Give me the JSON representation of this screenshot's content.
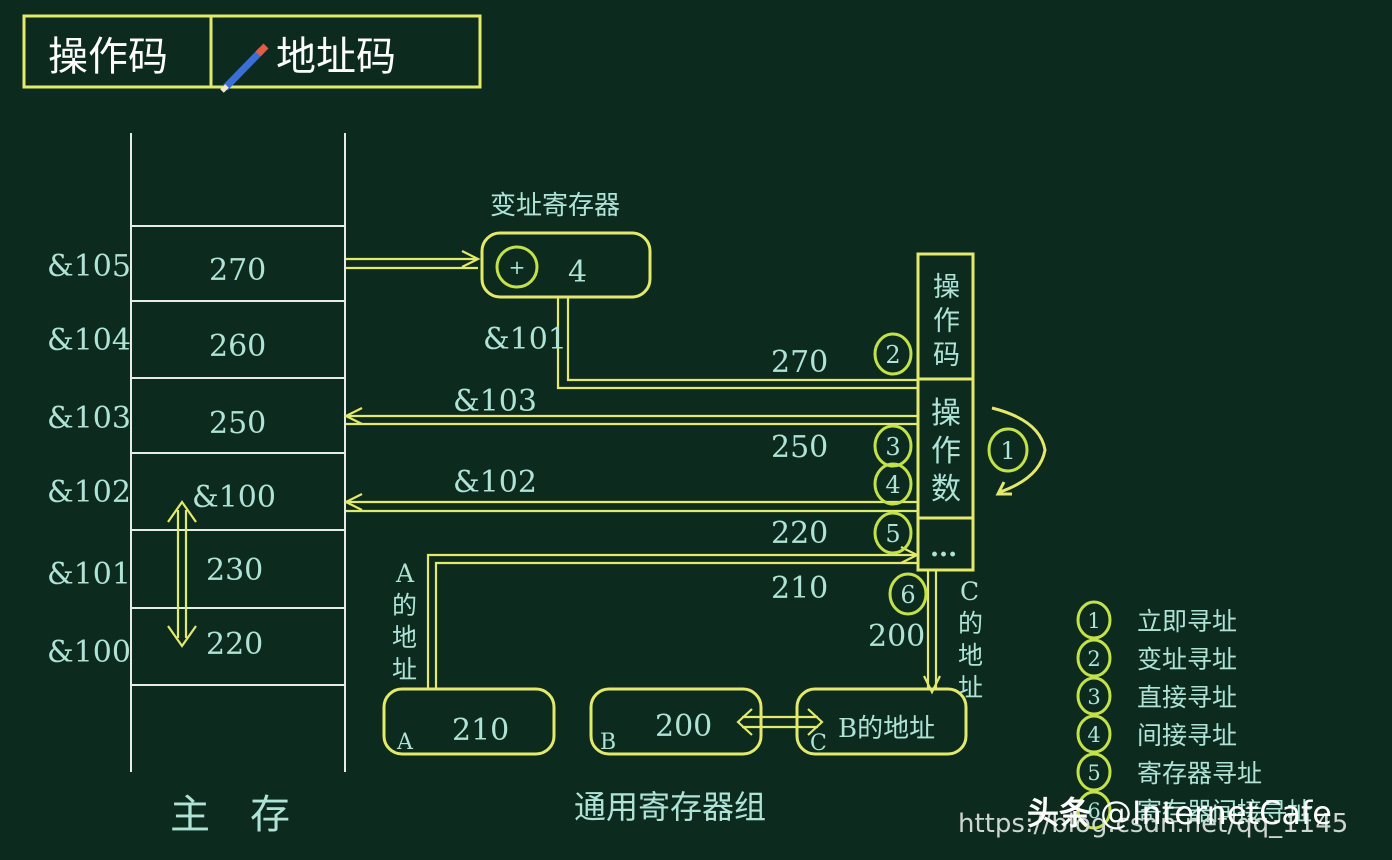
{
  "header": {
    "opcode_label": "操作码",
    "address_label": "地址码"
  },
  "memory": {
    "rows": [
      {
        "addr": "&105",
        "value": "270"
      },
      {
        "addr": "&104",
        "value": "260"
      },
      {
        "addr": "&103",
        "value": "250"
      },
      {
        "addr": "&102",
        "value": "&100"
      },
      {
        "addr": "&101",
        "value": "230"
      },
      {
        "addr": "&100",
        "value": "220"
      }
    ],
    "caption": "主　存"
  },
  "index_register": {
    "title": "变址寄存器",
    "plus": "+",
    "value": "4"
  },
  "instruction": {
    "opcode_text": [
      "操",
      "作",
      "码"
    ],
    "operand_text": [
      "操",
      "作",
      "数"
    ],
    "more_text": "..."
  },
  "paths": {
    "p2_value": "270",
    "p2_addr": "&101",
    "p3_addr": "&103",
    "p3_value": "250",
    "p4_addr": "&102",
    "p5_value": "220",
    "p6_value": "210",
    "p6_b_value": "200",
    "a_address": [
      "A",
      "的",
      "地",
      "址"
    ],
    "c_address": [
      "C",
      "的",
      "地",
      "址"
    ]
  },
  "markers": {
    "m1": "1",
    "m2": "2",
    "m3": "3",
    "m4": "4",
    "m5": "5",
    "m6": "6"
  },
  "registers": {
    "a": {
      "name": "A",
      "value": "210"
    },
    "b": {
      "name": "B",
      "value": "200"
    },
    "c": {
      "name": "C",
      "value": "B的地址"
    },
    "caption": "通用寄存器组"
  },
  "legend": [
    {
      "num": "1",
      "text": "立即寻址"
    },
    {
      "num": "2",
      "text": "变址寻址"
    },
    {
      "num": "3",
      "text": "直接寻址"
    },
    {
      "num": "4",
      "text": "间接寻址"
    },
    {
      "num": "5",
      "text": "寄存器寻址"
    },
    {
      "num": "6",
      "text": "寄存器间接寻址"
    }
  ],
  "watermark": {
    "brand": "头条",
    "handle": "@InternetCafe",
    "url": "https://blog.csdn.net/qq_1145"
  }
}
